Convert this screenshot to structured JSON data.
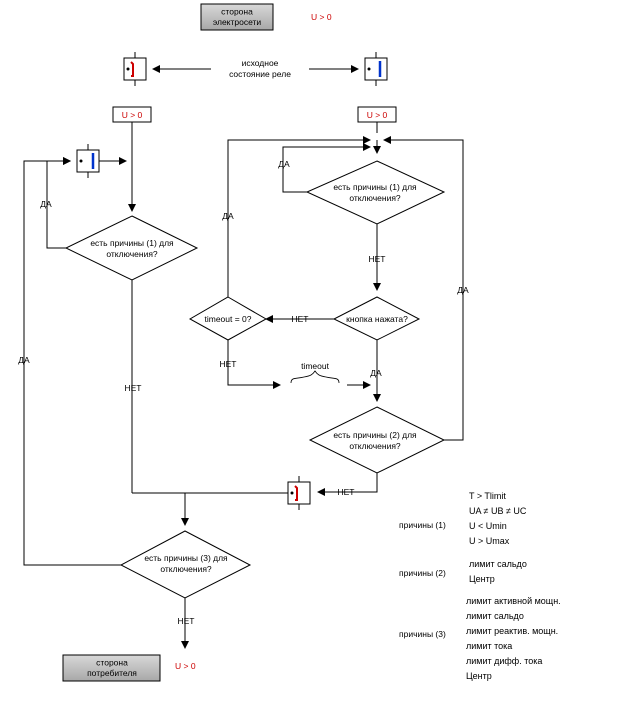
{
  "top_box": {
    "line1": "сторона",
    "line2": "электросети"
  },
  "top_voltage": "U > 0",
  "initial_state": {
    "line1": "исходное",
    "line2": "состояние реле"
  },
  "left_u_box": "U > 0",
  "right_u_box": "U > 0",
  "d_left1": {
    "line1": "есть причины (1) для",
    "line2": "отключения?"
  },
  "d_right1": {
    "line1": "есть причины (1) для",
    "line2": "отключения?"
  },
  "d_button": "кнопка нажата?",
  "d_timeout": "timeout = 0?",
  "timeout_label": "timeout",
  "d_right2": {
    "line1": "есть причины (2) для",
    "line2": "отключения?"
  },
  "d_bottom": {
    "line1": "есть причины (3) для",
    "line2": "отключения?"
  },
  "labels": {
    "yes": "ДА",
    "no": "НЕТ"
  },
  "bottom_box": {
    "line1": "сторона",
    "line2": "потребителя"
  },
  "bottom_voltage": "U > 0",
  "legend": {
    "r1_label": "причины (1)",
    "r1_items": [
      "T > Tlimit",
      "UA ≠ UB ≠ UC",
      "U < Umin",
      "U > Umax"
    ],
    "r2_label": "причины (2)",
    "r2_items": [
      "лимит сальдо",
      "Центр"
    ],
    "r3_label": "причины (3)",
    "r3_items": [
      "лимит активной мощн.",
      "лимит сальдо",
      "лимит реактив. мощн.",
      "лимит тока",
      "лимит дифф. тока",
      "Центр"
    ]
  }
}
